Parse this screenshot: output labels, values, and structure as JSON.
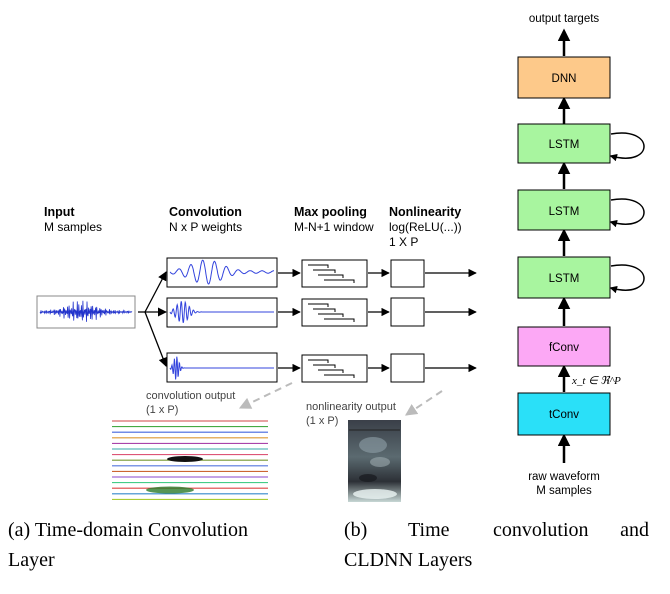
{
  "left_panel": {
    "input": {
      "title": "Input",
      "sub": "M samples"
    },
    "convolution": {
      "title": "Convolution",
      "sub": "N x P weights"
    },
    "max_pooling": {
      "title": "Max pooling",
      "sub": "M-N+1 window"
    },
    "nonlinearity": {
      "title": "Nonlinearity",
      "sub1": "log(ReLU(...))",
      "sub2": "1 X P"
    },
    "conv_output": {
      "line1": "convolution output",
      "line2": "(1 x P)"
    },
    "nonlin_output": {
      "line1": "nonlinearity output",
      "line2": "(1 x P)"
    }
  },
  "right_panel": {
    "top_label": "output targets",
    "blocks": [
      {
        "label": "DNN",
        "color": "#fdc98a"
      },
      {
        "label": "LSTM",
        "color": "#a8f59f"
      },
      {
        "label": "LSTM",
        "color": "#a8f59f"
      },
      {
        "label": "LSTM",
        "color": "#a8f59f"
      },
      {
        "label": "fConv",
        "color": "#fca8f5"
      },
      {
        "label": "tConv",
        "color": "#2ae0f8"
      }
    ],
    "edge_label": "x_t ∈ ℜ^P",
    "bottom_line1": "raw waveform",
    "bottom_line2": "M samples"
  },
  "captions": {
    "a_line1": "(a) Time-domain Convolution",
    "a_line2": "Layer",
    "b_line1_part1": "(b)",
    "b_line1_part2": "Time",
    "b_line1_part3": "convolution",
    "b_line1_part4": "and",
    "b_line2": "CLDNN Layers"
  }
}
